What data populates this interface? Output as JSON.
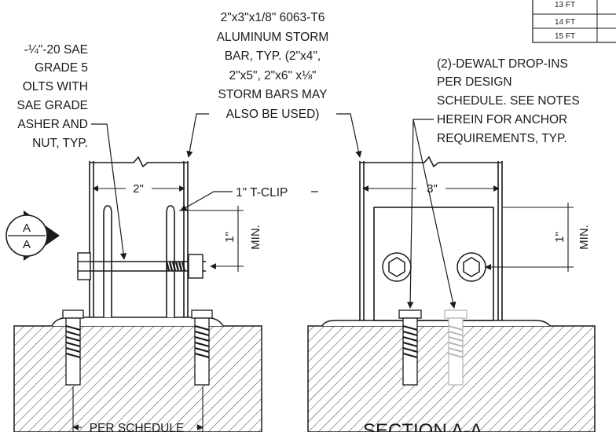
{
  "schedule_table": {
    "rows": [
      {
        "label": "13 FT",
        "value": ""
      },
      {
        "label": "14 FT",
        "value": ""
      },
      {
        "label": "15 FT",
        "value": ""
      }
    ]
  },
  "notes": {
    "bolts": [
      "-¼\"-20 SAE",
      "GRADE 5",
      "OLTS WITH",
      "SAE GRADE",
      "ASHER AND",
      "NUT, TYP."
    ],
    "storm_bar": [
      "2\"x3\"x1/8\" 6063-T6",
      "ALUMINUM STORM",
      "BAR, TYP. (2\"x4\",",
      "2\"x5\", 2\"x6\" x⅛\"",
      "STORM BARS MAY",
      "ALSO BE USED)"
    ],
    "drop_ins": [
      "(2)-DEWALT DROP-INS",
      "PER DESIGN",
      "SCHEDULE. SEE NOTES",
      "HEREIN FOR ANCHOR",
      "REQUIREMENTS, TYP."
    ],
    "t_clip": "1\" T-CLIP"
  },
  "dimensions": {
    "left_width": "2\"",
    "right_width": "3\"",
    "min_embed": "1\"",
    "min_label": "MIN.",
    "per_schedule": "PER SCHEDULE"
  },
  "section_marker": {
    "top": "A",
    "bottom": "A"
  },
  "section_title": "SECTION A-A"
}
